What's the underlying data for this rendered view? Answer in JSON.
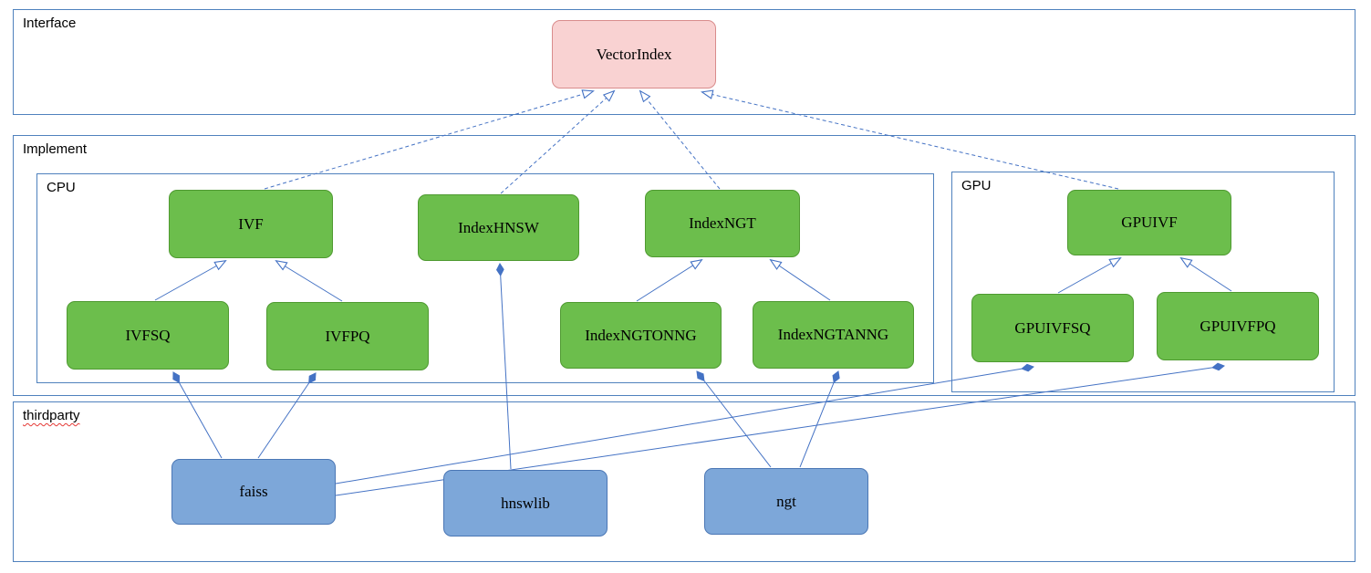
{
  "containers": {
    "interface": {
      "label": "Interface"
    },
    "implement": {
      "label": "Implement"
    },
    "cpu": {
      "label": "CPU"
    },
    "gpu": {
      "label": "GPU"
    },
    "thirdparty": {
      "label": "thirdparty"
    }
  },
  "nodes": {
    "vectorindex": {
      "label": "VectorIndex",
      "kind": "interface"
    },
    "ivf": {
      "label": "IVF",
      "kind": "implementation"
    },
    "indexhnsw": {
      "label": "IndexHNSW",
      "kind": "implementation"
    },
    "indexngt": {
      "label": "IndexNGT",
      "kind": "implementation"
    },
    "ivfsq": {
      "label": "IVFSQ",
      "kind": "implementation"
    },
    "ivfpq": {
      "label": "IVFPQ",
      "kind": "implementation"
    },
    "indexngtonng": {
      "label": "IndexNGTONNG",
      "kind": "implementation"
    },
    "indexngtanng": {
      "label": "IndexNGTANNG",
      "kind": "implementation"
    },
    "gpuivf": {
      "label": "GPUIVF",
      "kind": "implementation"
    },
    "gpuivfsq": {
      "label": "GPUIVFSQ",
      "kind": "implementation"
    },
    "gpuivfpq": {
      "label": "GPUIVFPQ",
      "kind": "implementation"
    },
    "faiss": {
      "label": "faiss",
      "kind": "thirdparty"
    },
    "hnswlib": {
      "label": "hnswlib",
      "kind": "thirdparty"
    },
    "ngt": {
      "label": "ngt",
      "kind": "thirdparty"
    }
  },
  "edges": [
    {
      "from": "IVF",
      "to": "VectorIndex",
      "type": "realization",
      "style": "dashed-open-arrow"
    },
    {
      "from": "IndexHNSW",
      "to": "VectorIndex",
      "type": "realization",
      "style": "dashed-open-arrow"
    },
    {
      "from": "IndexNGT",
      "to": "VectorIndex",
      "type": "realization",
      "style": "dashed-open-arrow"
    },
    {
      "from": "GPUIVF",
      "to": "VectorIndex",
      "type": "realization",
      "style": "dashed-open-arrow"
    },
    {
      "from": "IVFSQ",
      "to": "IVF",
      "type": "generalization",
      "style": "solid-open-arrow"
    },
    {
      "from": "IVFPQ",
      "to": "IVF",
      "type": "generalization",
      "style": "solid-open-arrow"
    },
    {
      "from": "IndexNGTONNG",
      "to": "IndexNGT",
      "type": "generalization",
      "style": "solid-open-arrow"
    },
    {
      "from": "IndexNGTANNG",
      "to": "IndexNGT",
      "type": "generalization",
      "style": "solid-open-arrow"
    },
    {
      "from": "GPUIVFSQ",
      "to": "GPUIVF",
      "type": "generalization",
      "style": "solid-open-arrow"
    },
    {
      "from": "GPUIVFPQ",
      "to": "GPUIVF",
      "type": "generalization",
      "style": "solid-open-arrow"
    },
    {
      "from": "faiss",
      "to": "IVFSQ",
      "type": "composition",
      "style": "solid-diamond"
    },
    {
      "from": "faiss",
      "to": "IVFPQ",
      "type": "composition",
      "style": "solid-diamond"
    },
    {
      "from": "faiss",
      "to": "GPUIVFSQ",
      "type": "composition",
      "style": "solid-diamond"
    },
    {
      "from": "faiss",
      "to": "GPUIVFPQ",
      "type": "composition",
      "style": "solid-diamond"
    },
    {
      "from": "hnswlib",
      "to": "IndexHNSW",
      "type": "composition",
      "style": "solid-diamond"
    },
    {
      "from": "ngt",
      "to": "IndexNGTONNG",
      "type": "composition",
      "style": "solid-diamond"
    },
    {
      "from": "ngt",
      "to": "IndexNGTANNG",
      "type": "composition",
      "style": "solid-diamond"
    }
  ],
  "colors": {
    "line": "#4472c4",
    "container_border": "#4f81bd",
    "interface_fill": "#f9d2d2",
    "interface_border": "#d98c8c",
    "implementation_fill": "#6cbe4c",
    "implementation_border": "#4f9a31",
    "thirdparty_fill": "#7da7d9",
    "thirdparty_border": "#4b77b5",
    "spellcheck_underline": "#e53935"
  }
}
